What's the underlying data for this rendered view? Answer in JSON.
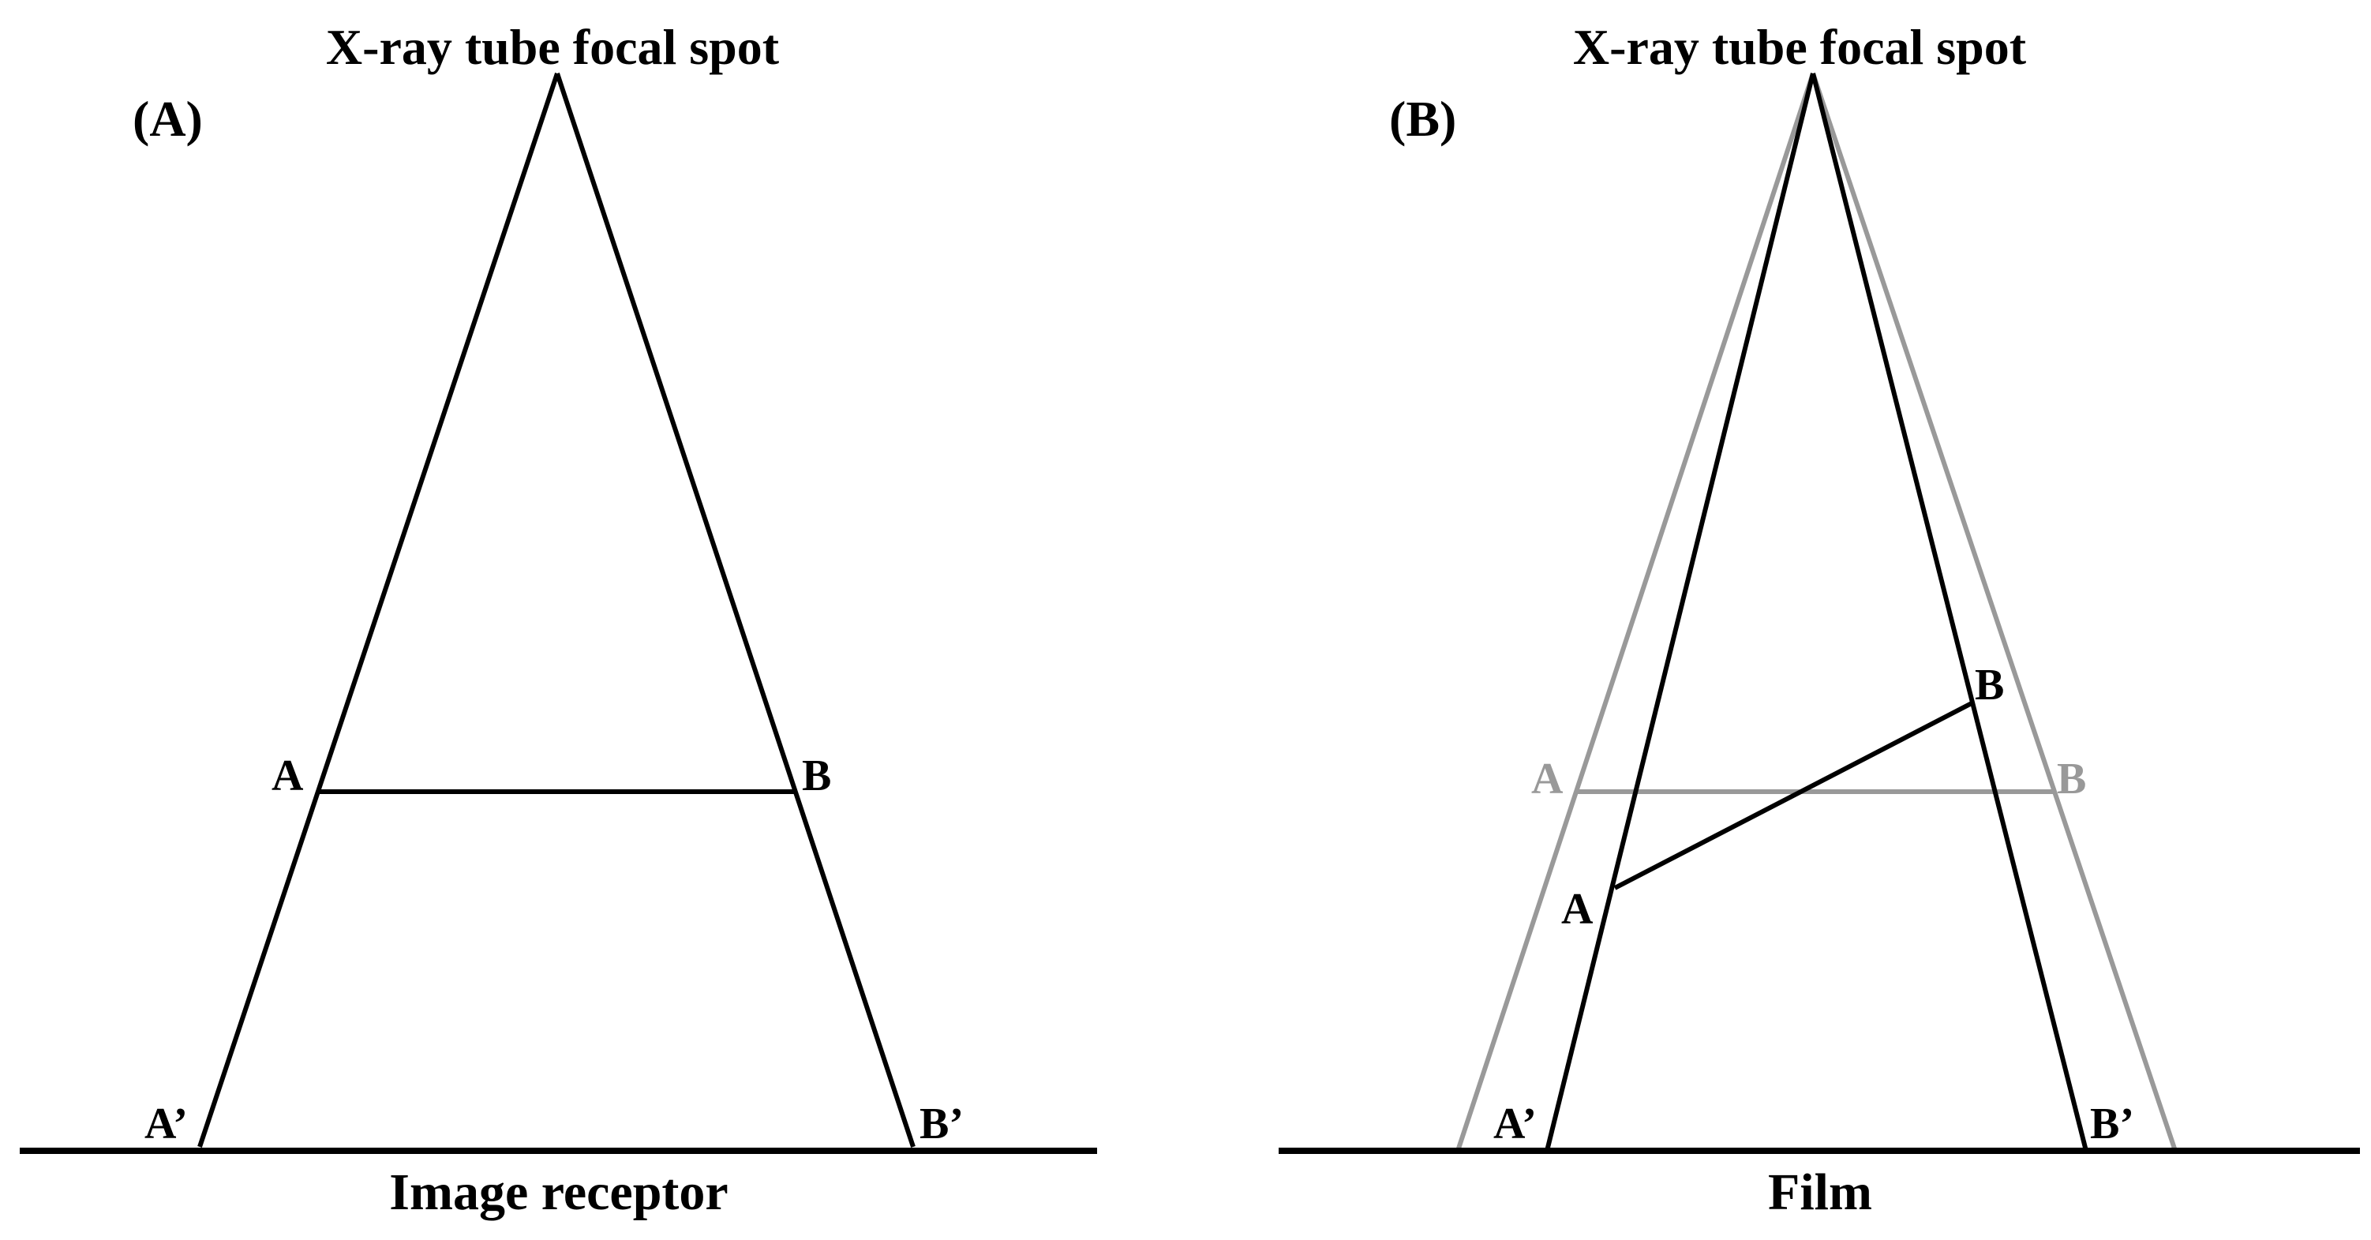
{
  "colors": {
    "primary_stroke": "#000000",
    "reference_stroke": "#999999",
    "background": "#ffffff"
  },
  "panel_a": {
    "title": "X-ray tube focal spot",
    "panel_label": "(A)",
    "point_a": "A",
    "point_b": "B",
    "projection_a": "A’",
    "projection_b": "B’",
    "base_label": "Image receptor"
  },
  "panel_b": {
    "title": "X-ray tube focal spot",
    "panel_label": "(B)",
    "gray_point_a": "A",
    "gray_point_b": "B",
    "point_a": "A",
    "point_b": "B",
    "projection_a": "A’",
    "projection_b": "B’",
    "base_label": "Film"
  }
}
